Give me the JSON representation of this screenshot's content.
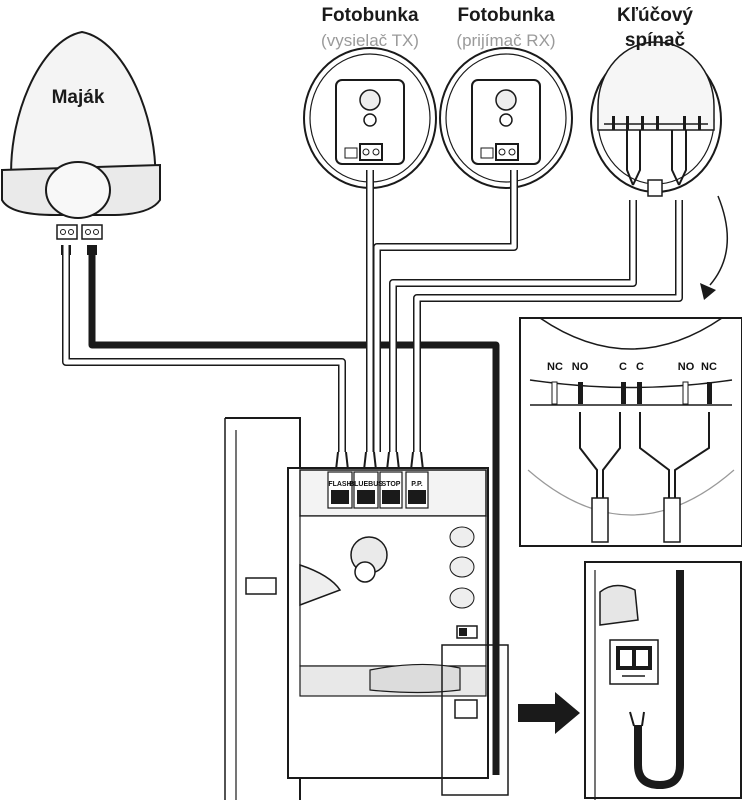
{
  "labels": {
    "majak": "Maják",
    "tx_title": "Fotobunka",
    "tx_sub": "(vysielač TX)",
    "rx_title": "Fotobunka",
    "rx_sub": "(prijímač RX)",
    "key_title": "Kľúčový",
    "key_sub": "spínač"
  },
  "control_terminals": [
    "FLASH",
    "BLUEBUS",
    "STOP",
    "P.P."
  ],
  "switch_contacts": [
    "NC",
    "NO",
    "C",
    "C",
    "NO",
    "NC"
  ],
  "colors": {
    "line": "#1a1a1a",
    "fill": "#ffffff",
    "shade": "#eeeeee"
  }
}
